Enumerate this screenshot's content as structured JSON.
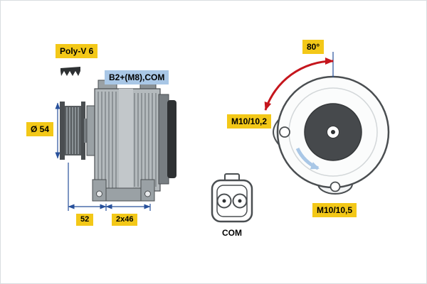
{
  "colors": {
    "label_yellow": "#f3c818",
    "label_blue": "#a9c7e6",
    "dim_blue": "#27509b",
    "arrow_red": "#c5161d",
    "outline": "#4a4e51",
    "metal_light": "#b4babd",
    "metal_mid": "#9aa1a5",
    "metal_dark": "#787e82",
    "metal_stripe": "#8a9195",
    "fin_stroke": "#777d81",
    "rotor_dark": "#46494c",
    "rear_cap_black": "#2e3133",
    "lug_fill": "#f1f3f4",
    "face_fill": "#fbfcfc"
  },
  "side_view": {
    "belt_label": "Poly-V 6",
    "terminal_label": "B2+(M8),COM",
    "pulley_diameter_label": "Ø 54",
    "dim_a": "52",
    "dim_b": "2x46"
  },
  "rear_view": {
    "angle_label": "80°",
    "upper_mount_label": "M10/10,2",
    "lower_mount_label": "M10/10,5"
  },
  "connector": {
    "label": "COM"
  }
}
